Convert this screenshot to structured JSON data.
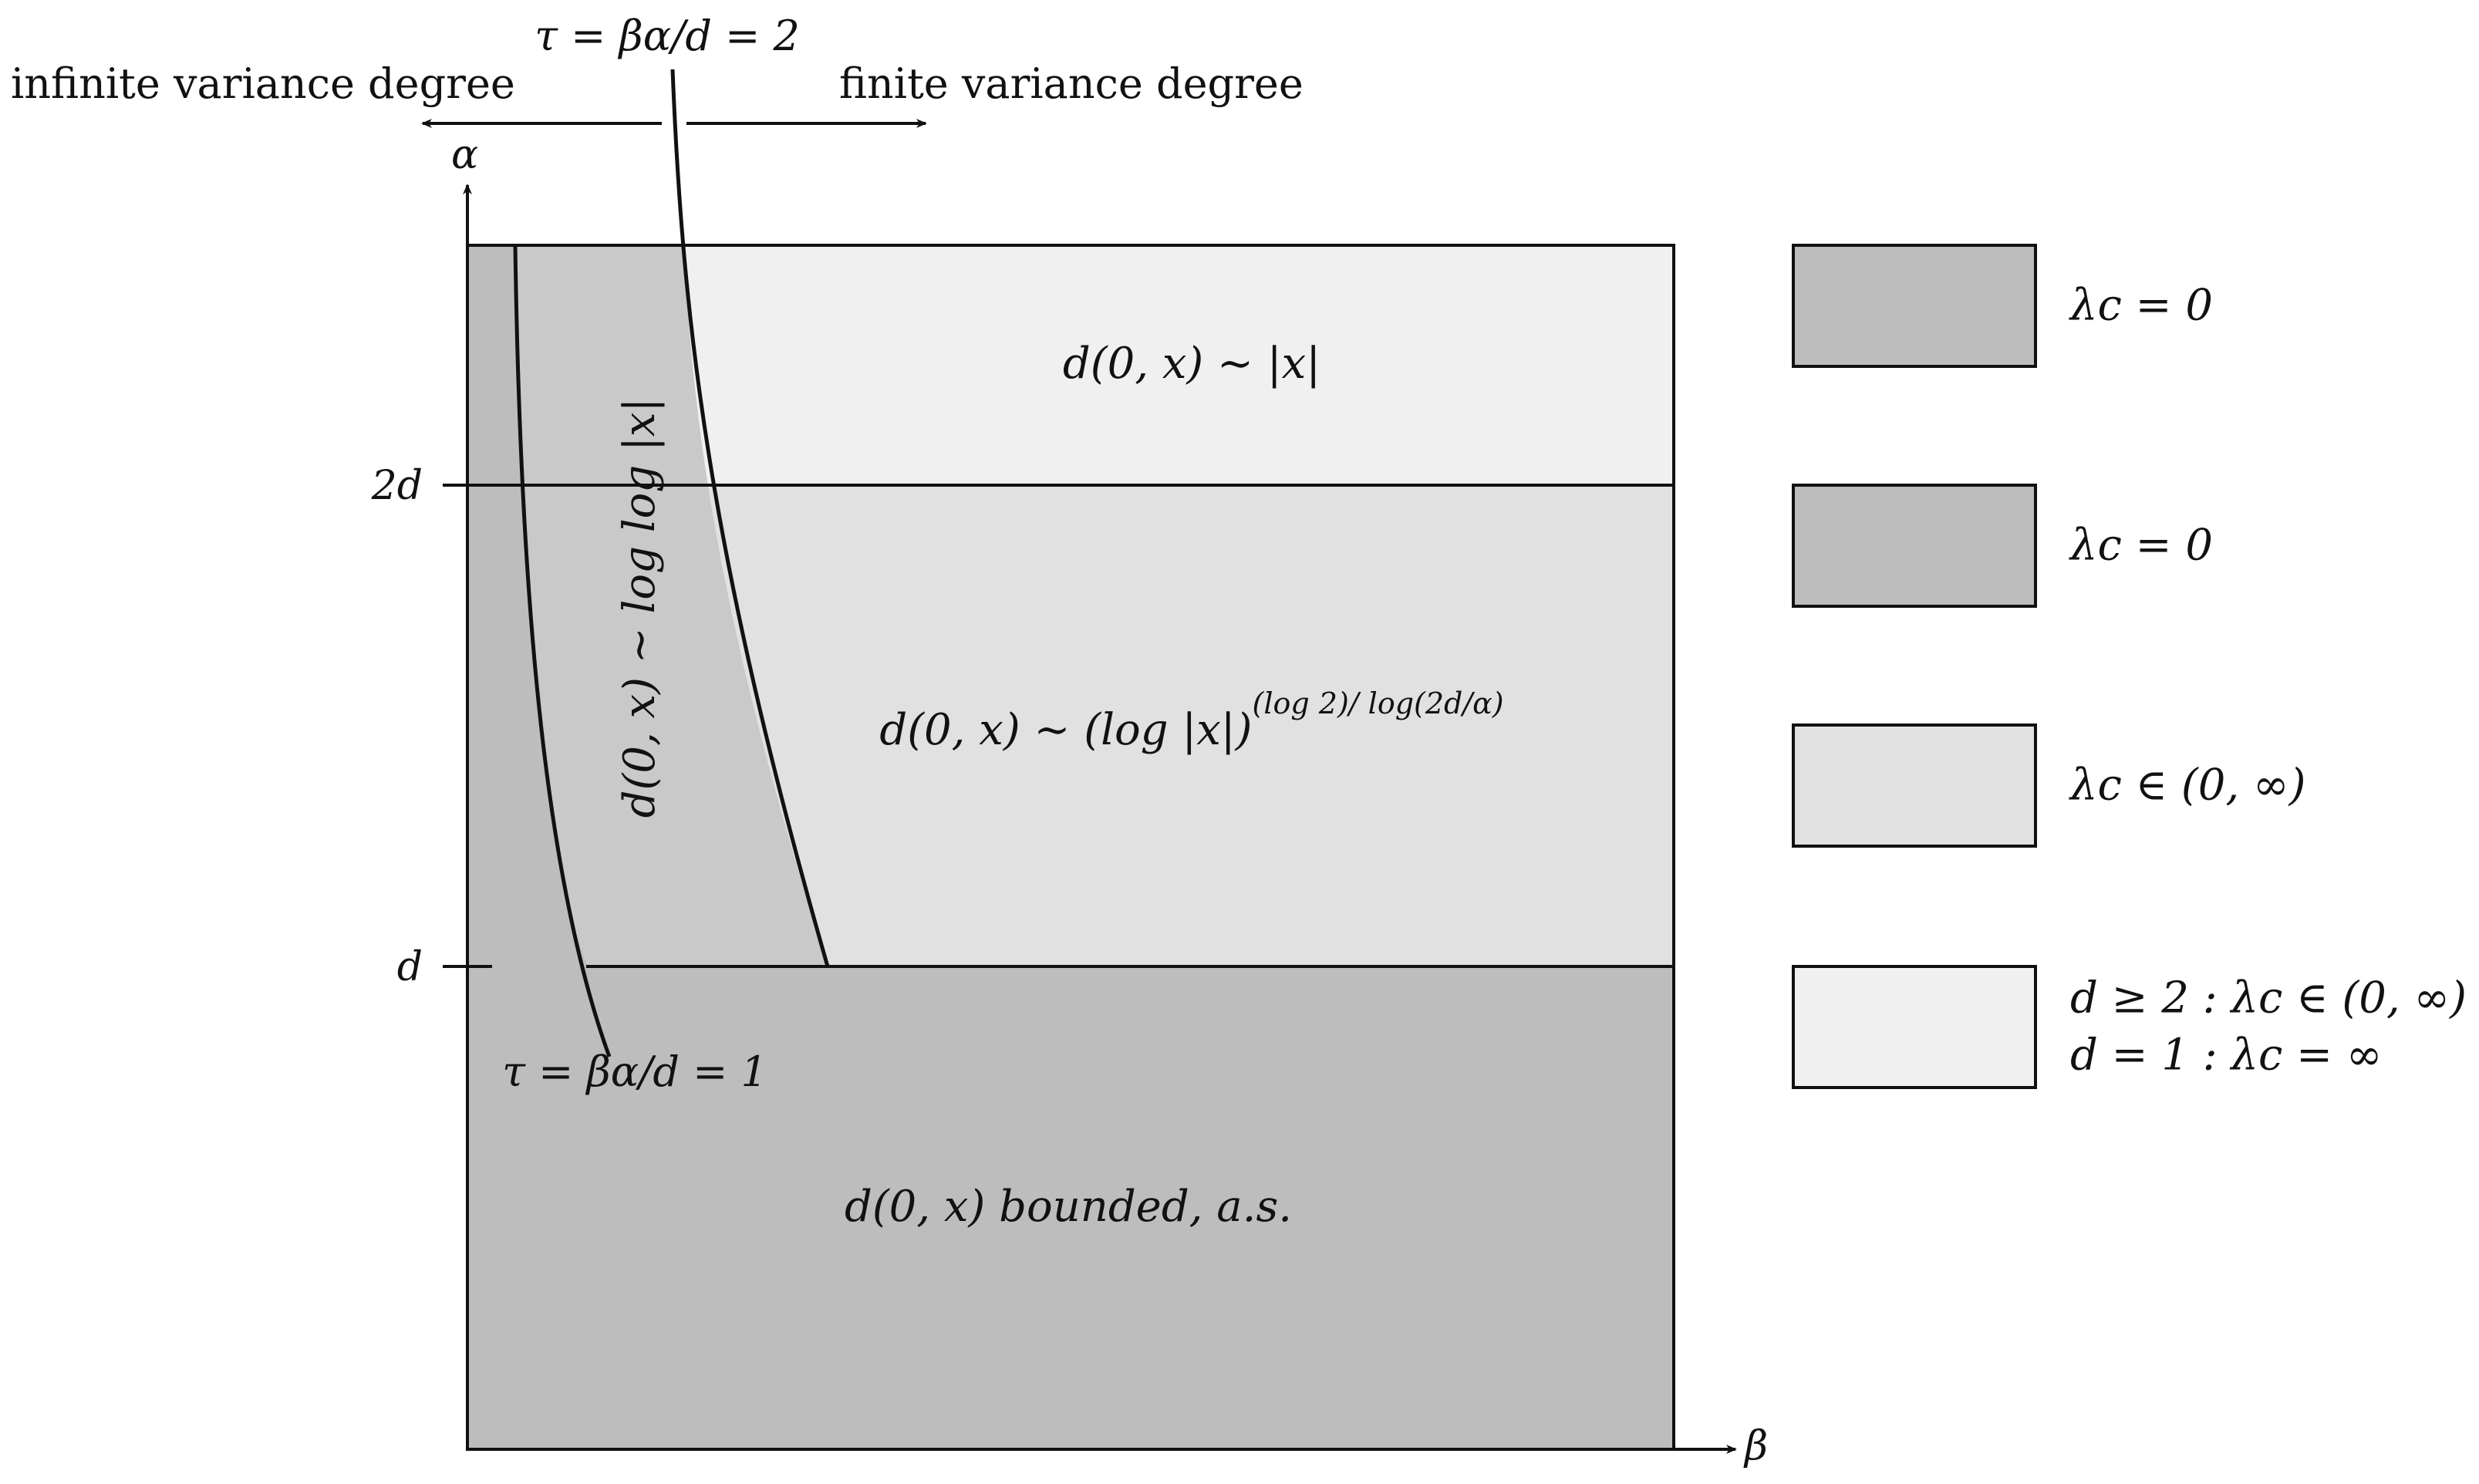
{
  "axes": {
    "x_label": "β",
    "y_label": "α",
    "y_ticks": [
      {
        "label": "2d"
      },
      {
        "label": "d"
      }
    ]
  },
  "top_annotation": {
    "curve_label": "τ = βα/d = 2",
    "left_text": "infinite variance degree",
    "right_text": "finite variance degree"
  },
  "lower_curve_label": "τ = βα/d = 1",
  "regions": {
    "top": "d(0, x) ∼ |x|",
    "middle_base": "d(0, x) ∼ (log |x|)",
    "middle_exp": "(log 2)/ log(2d/α)",
    "bottom": "d(0, x) bounded, a.s.",
    "left_strip": "d(0, x) ∼ log log |x|"
  },
  "legend": [
    {
      "lines": [
        "λc = 0"
      ],
      "color": "#bdbdbd"
    },
    {
      "lines": [
        "λc = 0"
      ],
      "color": "#bdbdbd"
    },
    {
      "lines": [
        "λc ∈ (0, ∞)"
      ],
      "color": "#e1e1e1"
    },
    {
      "lines": [
        "d ≥ 2 : λc ∈ (0, ∞)",
        "d = 1 : λc = ∞"
      ],
      "color": "#f0f0f0"
    }
  ],
  "colors": {
    "dark": "#bdbdbd",
    "strip": "#c9c9c9",
    "medium": "#e1e1e1",
    "light": "#f0f0f0",
    "stroke": "#111111"
  }
}
